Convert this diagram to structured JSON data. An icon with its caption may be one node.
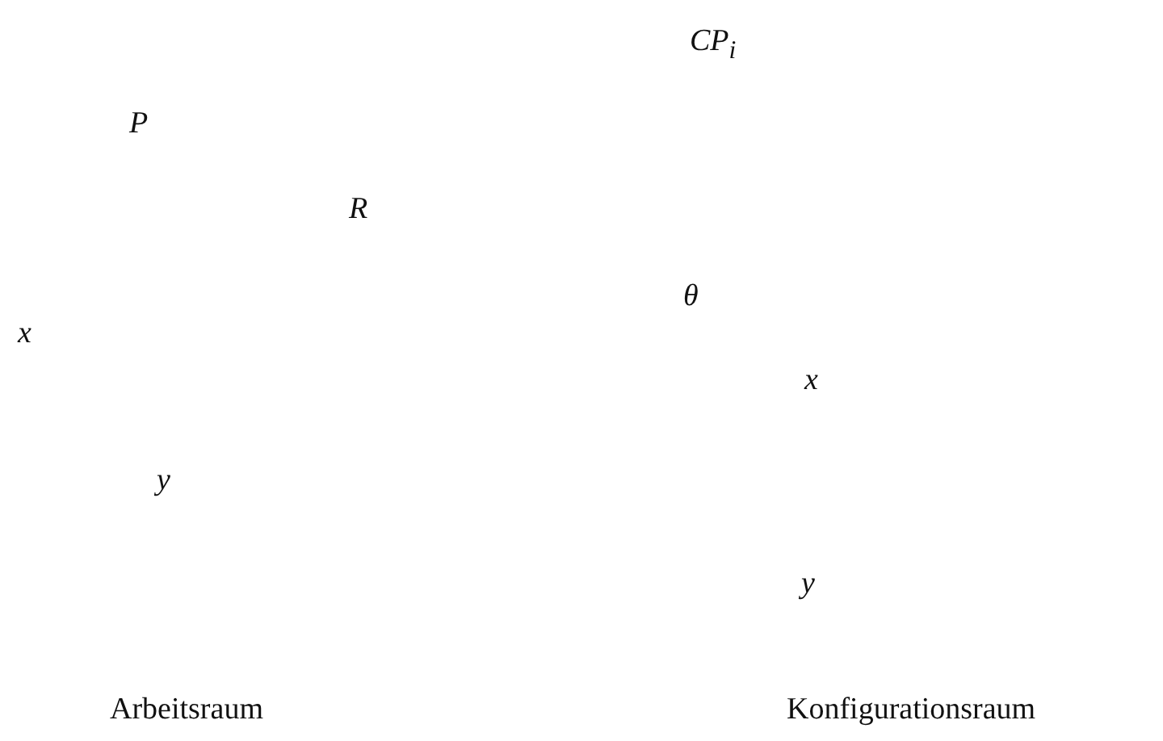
{
  "diagram": {
    "labels": [
      "CP$_{i}$",
      "P",
      "R",
      "θ",
      "x",
      "x",
      "y",
      "y",
      "Arbeitsraum",
      "Konfigurationsraum"
    ]
  }
}
